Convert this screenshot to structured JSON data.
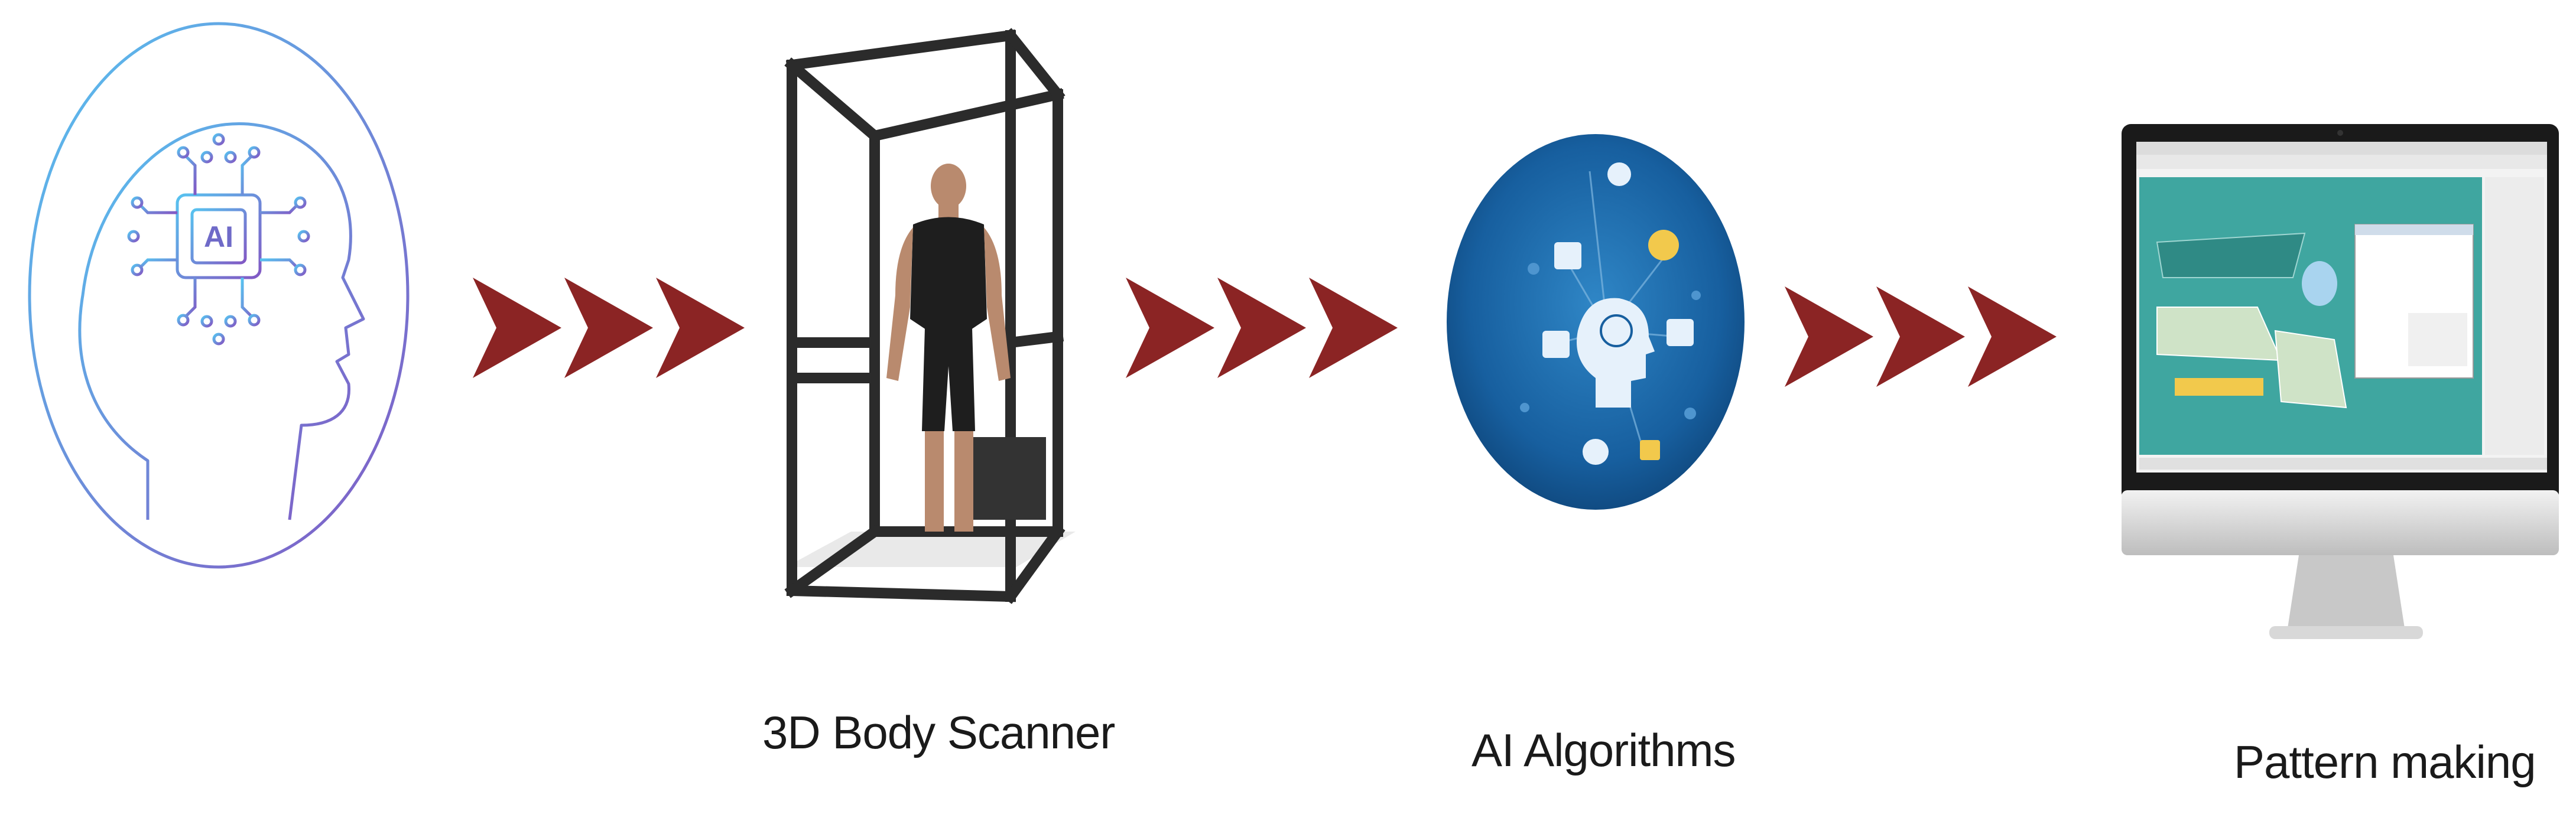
{
  "head_icon": {
    "chip_text": "AI",
    "icon": "ai-head-circuit-icon"
  },
  "steps": [
    {
      "label": "3D Body Scanner",
      "icon": "body-scanner-booth-icon"
    },
    {
      "label": "AI Algorithms",
      "icon": "ai-network-globe-icon"
    },
    {
      "label": "Pattern making",
      "icon": "computer-monitor-pattern-icon"
    }
  ],
  "colors": {
    "arrow": "#8b2424",
    "head_outline_start": "#5fb8ee",
    "head_outline_end": "#7a5fc0",
    "globe": "#1766a6",
    "frame": "#2b2b2b",
    "screen_teal": "#3fa6a0"
  }
}
